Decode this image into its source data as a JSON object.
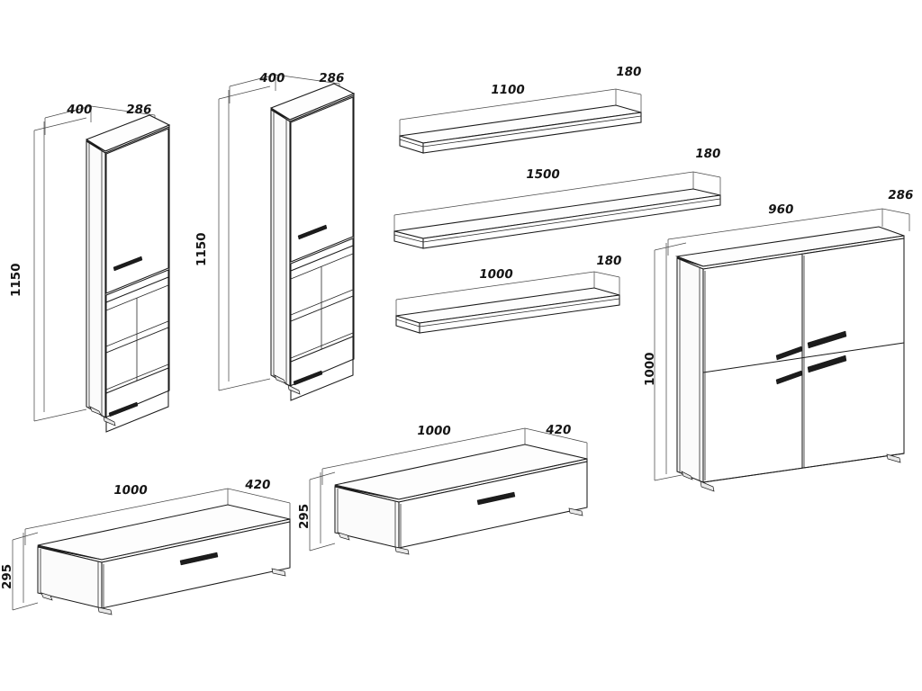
{
  "document": {
    "type": "technical-drawing",
    "subject": "Living room furniture set — isometric dimension drawing",
    "background_color": "#ffffff",
    "line_color": "#1a1a1a",
    "unit": "mm"
  },
  "chart_data": {
    "type": "diagram",
    "title": "",
    "items": [
      {
        "id": "tall-cabinet-left",
        "name": "Tall cabinet (left)",
        "width": "400",
        "depth": "286",
        "height": "1150"
      },
      {
        "id": "tall-cabinet-mid",
        "name": "Tall cabinet (middle)",
        "width": "400",
        "depth": "286",
        "height": "1150"
      },
      {
        "id": "shelf-1100",
        "name": "Wall shelf",
        "width": "1100",
        "depth": "180"
      },
      {
        "id": "shelf-1500",
        "name": "Wall shelf",
        "width": "1500",
        "depth": "180"
      },
      {
        "id": "shelf-1000",
        "name": "Wall shelf",
        "width": "1000",
        "depth": "180"
      },
      {
        "id": "sideboard",
        "name": "Sideboard / highboard 4 doors",
        "width": "960",
        "depth": "286",
        "height": "1000"
      },
      {
        "id": "tv-unit-left",
        "name": "TV lowboard (front left)",
        "width": "1000",
        "depth": "420",
        "height": "295"
      },
      {
        "id": "tv-unit-right",
        "name": "TV lowboard (centre)",
        "width": "1000",
        "depth": "420",
        "height": "295"
      }
    ]
  },
  "labels": {
    "cab_left": {
      "width": "400",
      "depth": "286",
      "height": "1150"
    },
    "cab_mid": {
      "width": "400",
      "depth": "286",
      "height": "1150"
    },
    "shelf_top": {
      "width": "1100",
      "depth": "180"
    },
    "shelf_mid": {
      "width": "1500",
      "depth": "180"
    },
    "shelf_bot": {
      "width": "1000",
      "depth": "180"
    },
    "sideboard": {
      "width": "960",
      "depth": "286",
      "height": "1000"
    },
    "tv_left": {
      "width": "1000",
      "depth": "420",
      "height": "295"
    },
    "tv_right": {
      "width": "1000",
      "depth": "420",
      "height": "295"
    }
  }
}
